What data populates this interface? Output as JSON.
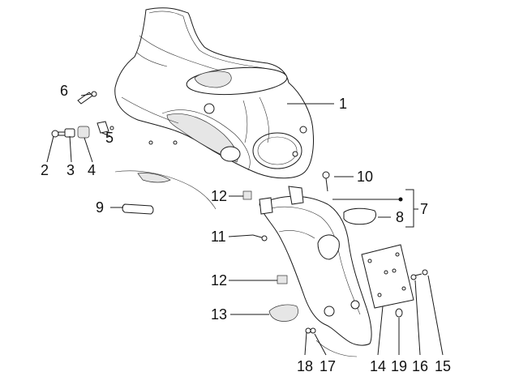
{
  "callouts": {
    "c1": "1",
    "c2": "2",
    "c3": "3",
    "c4": "4",
    "c5": "5",
    "c6": "6",
    "c7": "7",
    "c8": "8",
    "c9": "9",
    "c10": "10",
    "c11": "11",
    "c12a": "12",
    "c12b": "12",
    "c13": "13",
    "c14": "14",
    "c15": "15",
    "c16": "16",
    "c17": "17",
    "c18": "18",
    "c19": "19"
  }
}
